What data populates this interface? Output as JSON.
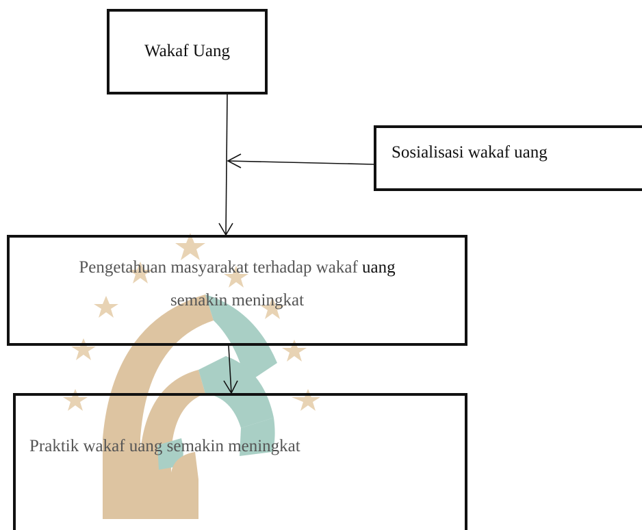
{
  "diagram": {
    "nodes": {
      "wakaf_uang": {
        "label": "Wakaf Uang"
      },
      "sosialisasi": {
        "label": "Sosialisasi wakaf uang"
      },
      "pengetahuan": {
        "label_line1_start": "Pengetahuan masyarakat terhadap wakaf ",
        "label_line1_end": "uang",
        "label_line2": "semakin meningkat"
      },
      "praktik": {
        "label": "Praktik wakaf uang semakin meningkat"
      }
    },
    "edges": [
      {
        "from": "wakaf_uang",
        "to": "pengetahuan"
      },
      {
        "from": "sosialisasi",
        "to": "wakaf-arrow-main"
      },
      {
        "from": "pengetahuan",
        "to": "praktik"
      }
    ]
  },
  "watermark": {
    "colors": {
      "star": "#e8d3b4",
      "arc_tan": "#ddc4a1",
      "arc_teal": "#a9cfc5"
    }
  }
}
